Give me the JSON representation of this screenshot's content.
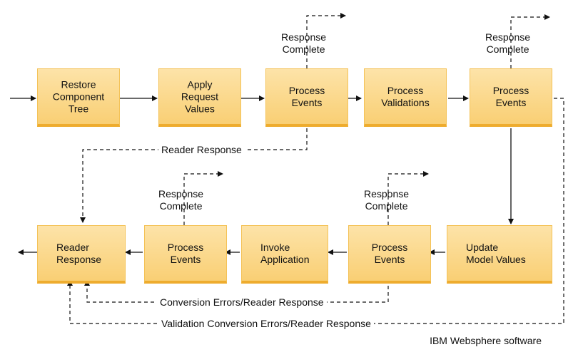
{
  "boxes": {
    "restore": "Restore\nComponent\nTree",
    "apply": "Apply\nRequest\nValues",
    "process1": "Process\nEvents",
    "validations": "Process\nValidations",
    "process2": "Process\nEvents",
    "update": "Update\nModel Values",
    "process3": "Process\nEvents",
    "invoke": "Invoke\nApplication",
    "process4": "Process\nEvents",
    "reader": "Reader\nResponse"
  },
  "labels": {
    "response_complete": "Response\nComplete",
    "reader_response": "Reader Response",
    "conversion_errors": "Conversion Errors/Reader Response",
    "validation_errors": "Validation Conversion Errors/Reader Response"
  },
  "credit": "IBM Websphere software"
}
